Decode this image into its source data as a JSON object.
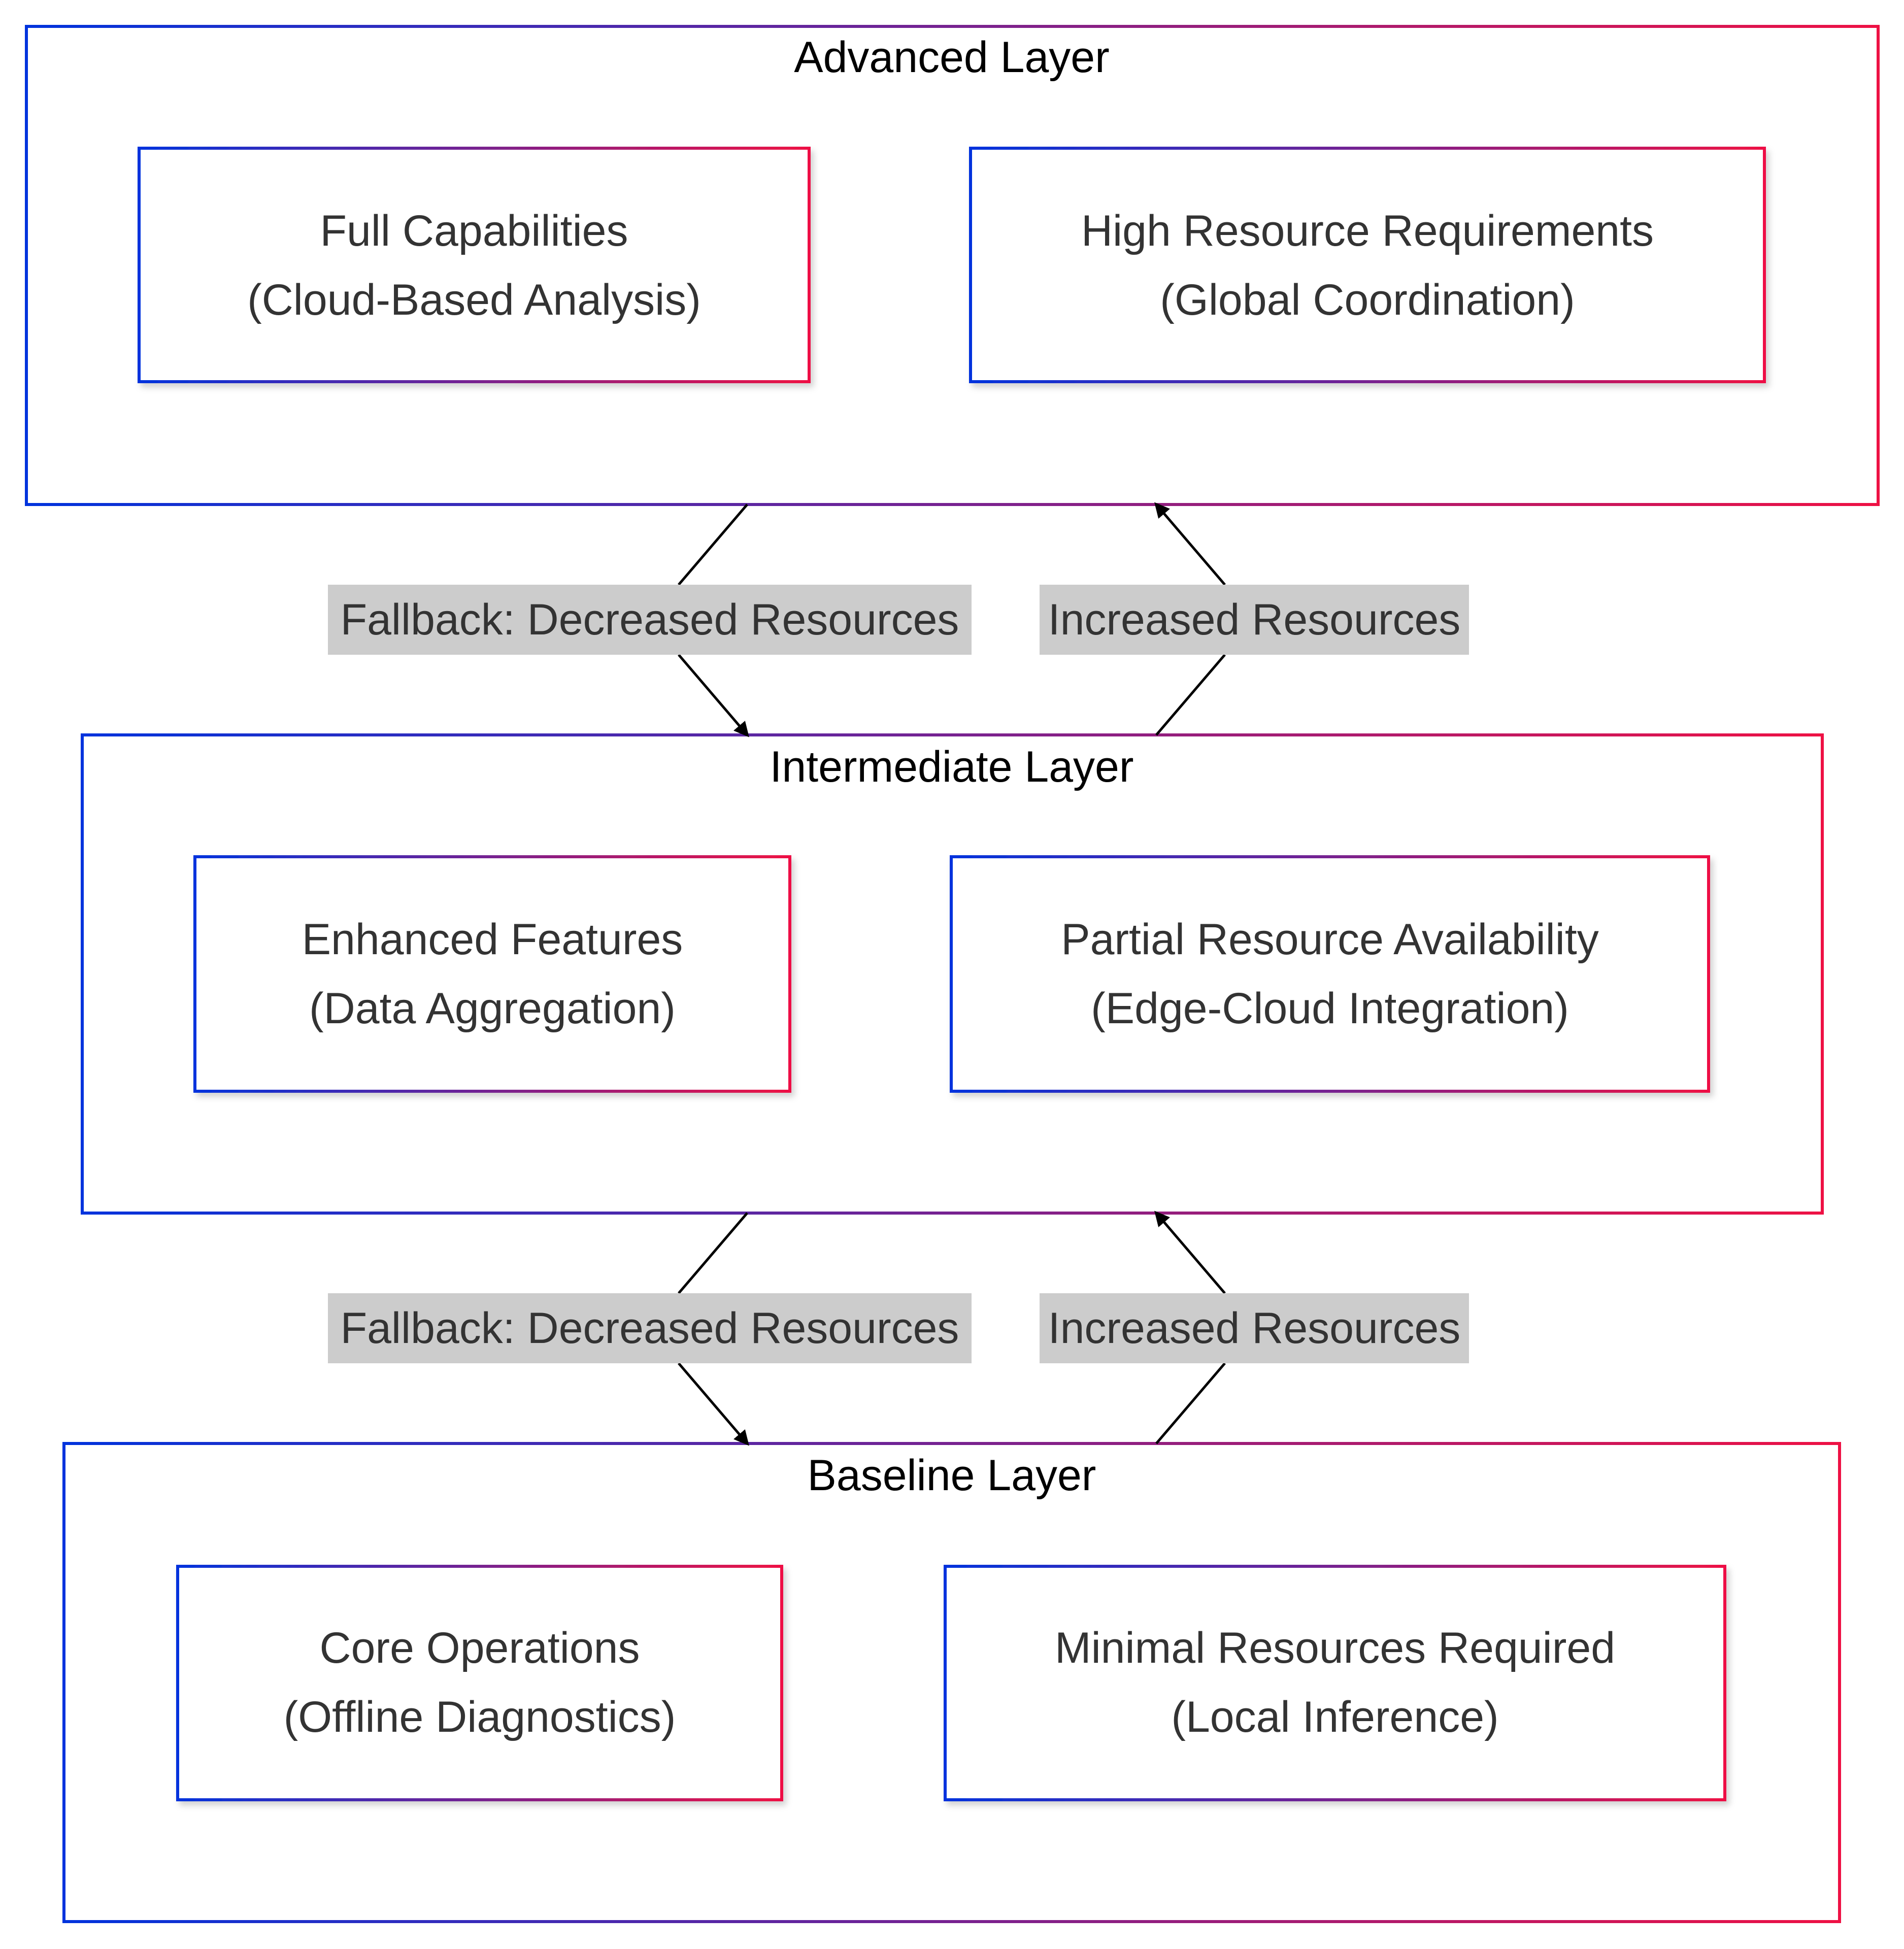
{
  "colors": {
    "gradient_start": "#0033dd",
    "gradient_end": "#ee1144",
    "label_background": "#cccccc",
    "edge_color": "#000000",
    "text_color": "#333333"
  },
  "layers": {
    "advanced": {
      "title": "Advanced Layer",
      "nodes": [
        {
          "line1": "Full Capabilities",
          "line2": "(Cloud-Based Analysis)"
        },
        {
          "line1": "High Resource Requirements",
          "line2": "(Global Coordination)"
        }
      ]
    },
    "intermediate": {
      "title": "Intermediate Layer",
      "nodes": [
        {
          "line1": "Enhanced Features",
          "line2": "(Data Aggregation)"
        },
        {
          "line1": "Partial Resource Availability",
          "line2": "(Edge-Cloud Integration)"
        }
      ]
    },
    "baseline": {
      "title": "Baseline Layer",
      "nodes": [
        {
          "line1": "Core Operations",
          "line2": "(Offline Diagnostics)"
        },
        {
          "line1": "Minimal Resources Required",
          "line2": "(Local Inference)"
        }
      ]
    }
  },
  "edges": {
    "advanced_to_intermediate": {
      "label": "Fallback: Decreased Resources"
    },
    "intermediate_to_advanced": {
      "label": "Increased Resources"
    },
    "intermediate_to_baseline": {
      "label": "Fallback: Decreased Resources"
    },
    "baseline_to_intermediate": {
      "label": "Increased Resources"
    }
  }
}
